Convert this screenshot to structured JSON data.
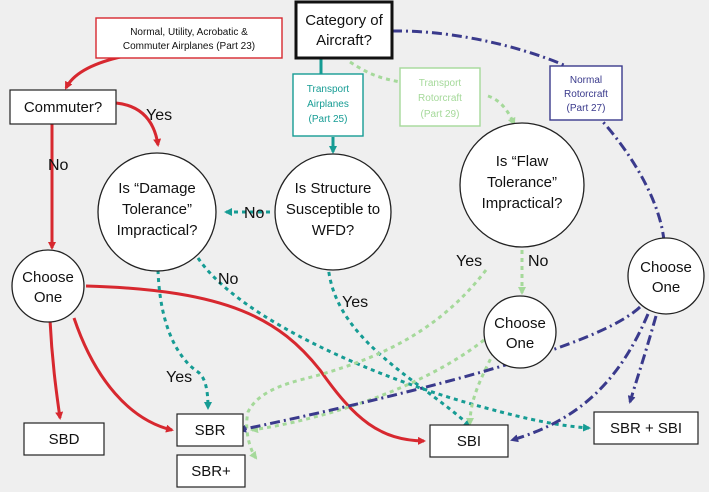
{
  "top": {
    "line1": "Category of",
    "line2": "Aircraft?"
  },
  "part23": {
    "line1": "Normal, Utility, Acrobatic &",
    "line2": "Commuter Airplanes (Part 23)"
  },
  "part25": {
    "line1": "Transport",
    "line2": "Airplanes",
    "line3": "(Part 25)"
  },
  "part29": {
    "line1": "Transport",
    "line2": "Rotorcraft",
    "line3": "(Part 29)"
  },
  "part27": {
    "line1": "Normal",
    "line2": "Rotorcraft",
    "line3": "(Part 27)"
  },
  "commuter": "Commuter?",
  "damage": {
    "line1": "Is “Damage",
    "line2": "Tolerance”",
    "line3": "Impractical?"
  },
  "wfd": {
    "line1": "Is Structure",
    "line2": "Susceptible to",
    "line3": "WFD?"
  },
  "flaw": {
    "line1": "Is “Flaw",
    "line2": "Tolerance”",
    "line3": "Impractical?"
  },
  "choose": {
    "line1": "Choose",
    "line2": "One"
  },
  "outcomes": {
    "sbd": "SBD",
    "sbr": "SBR",
    "sbr_plus": "SBR+",
    "sbi": "SBI",
    "sbr_sbi": "SBR + SBI"
  },
  "labels": {
    "yes": "Yes",
    "no": "No"
  },
  "colors": {
    "part23": "#d7282f",
    "part25": "#169c94",
    "part29": "#a5d99a",
    "part27": "#3a3a8c",
    "outline": "#222222",
    "background": "#efefef"
  }
}
